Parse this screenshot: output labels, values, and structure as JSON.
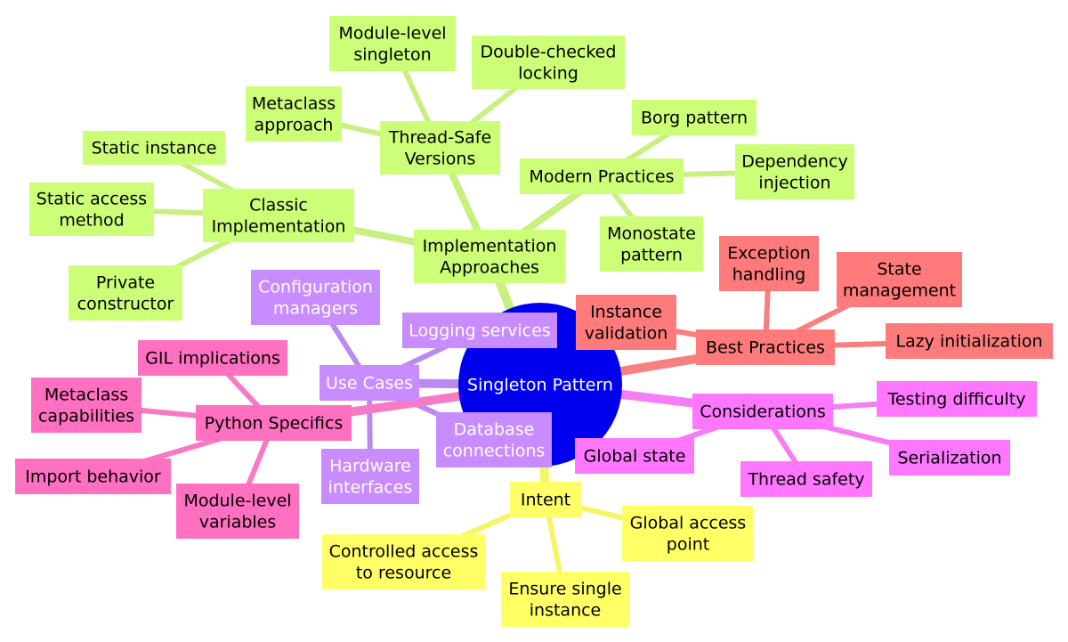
{
  "colors": {
    "root": "#0000ee",
    "root_text": "#ffffff",
    "implementation": "#ccff77",
    "implementation_link": "#c8f080",
    "best_practices": "#ff7b7b",
    "best_practices_link": "#f77f80",
    "considerations": "#ff77ff",
    "considerations_link": "#f57ef5",
    "intent": "#ffff66",
    "intent_link": "#f5f566",
    "python": "#ff70c0",
    "python_link": "#f77ac4",
    "use_cases": "#c88cff",
    "use_cases_link": "#b98bf0",
    "dark_text": "#000000",
    "light_text": "#ffffff"
  },
  "root": {
    "label": "Singleton Pattern"
  },
  "branches": {
    "implementation": {
      "label": [
        "Implementation",
        "Approaches"
      ],
      "classic": {
        "label": [
          "Classic",
          "Implementation"
        ],
        "children": [
          [
            "Static instance"
          ],
          [
            "Static access",
            "method"
          ],
          [
            "Private",
            "constructor"
          ]
        ]
      },
      "thread_safe": {
        "label": [
          "Thread-Safe",
          "Versions"
        ],
        "children": [
          [
            "Module-level",
            "singleton"
          ],
          [
            "Double-checked",
            "locking"
          ],
          [
            "Metaclass",
            "approach"
          ]
        ]
      },
      "modern": {
        "label": [
          "Modern Practices"
        ],
        "children": [
          [
            "Borg pattern"
          ],
          [
            "Dependency",
            "injection"
          ],
          [
            "Monostate",
            "pattern"
          ]
        ]
      }
    },
    "best_practices": {
      "label": [
        "Best Practices"
      ],
      "children": [
        [
          "Exception",
          "handling"
        ],
        [
          "State",
          "management"
        ],
        [
          "Instance",
          "validation"
        ],
        [
          "Lazy initialization"
        ]
      ]
    },
    "considerations": {
      "label": [
        "Considerations"
      ],
      "children": [
        [
          "Testing difficulty"
        ],
        [
          "Global state"
        ],
        [
          "Serialization"
        ],
        [
          "Thread safety"
        ]
      ]
    },
    "intent": {
      "label": [
        "Intent"
      ],
      "children": [
        [
          "Controlled access",
          "to resource"
        ],
        [
          "Global access",
          "point"
        ],
        [
          "Ensure single",
          "instance"
        ]
      ]
    },
    "use_cases": {
      "label": [
        "Use Cases"
      ],
      "children": [
        [
          "Configuration",
          "managers"
        ],
        [
          "Logging services"
        ],
        [
          "Database",
          "connections"
        ],
        [
          "Hardware",
          "interfaces"
        ]
      ]
    },
    "python": {
      "label": [
        "Python Specifics"
      ],
      "children": [
        [
          "GIL implications"
        ],
        [
          "Metaclass",
          "capabilities"
        ],
        [
          "Import behavior"
        ],
        [
          "Module-level",
          "variables"
        ]
      ]
    }
  }
}
